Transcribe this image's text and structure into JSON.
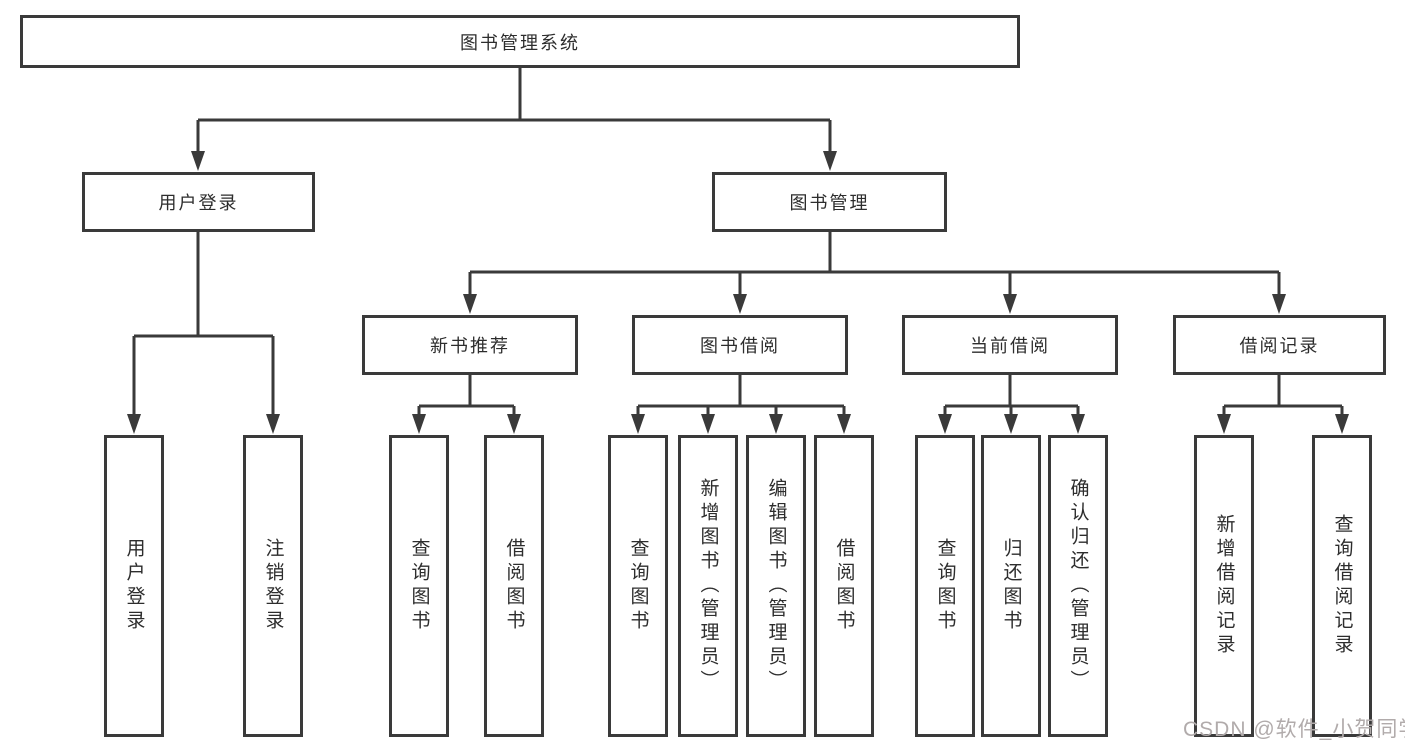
{
  "diagram": {
    "title": "图书管理系统",
    "root": {
      "label": "图书管理系统"
    },
    "level2": [
      {
        "id": "user-login",
        "label": "用户登录"
      },
      {
        "id": "book-management",
        "label": "图书管理"
      }
    ],
    "level3": [
      {
        "id": "new-book-recommendation",
        "label": "新书推荐"
      },
      {
        "id": "book-borrowing",
        "label": "图书借阅"
      },
      {
        "id": "current-borrowing",
        "label": "当前借阅"
      },
      {
        "id": "borrowing-records",
        "label": "借阅记录"
      }
    ],
    "leaves": {
      "user_login": [
        "用户登录",
        "注销登录"
      ],
      "new_book": [
        "查询图书",
        "借阅图书"
      ],
      "book_borrow": [
        "查询图书",
        "新增图书（管理员）",
        "编辑图书（管理员）",
        "借阅图书"
      ],
      "current_borrow": [
        "查询图书",
        "归还图书",
        "确认归还（管理员）"
      ],
      "borrow_record": [
        "新增借阅记录",
        "查询借阅记录"
      ]
    },
    "colors": {
      "line": "#3a3a3a",
      "text": "#2d2d2d",
      "background": "#ffffff",
      "watermark": "#b1abab"
    }
  },
  "watermark": {
    "text": "CSDN @软件_小贺同学"
  }
}
